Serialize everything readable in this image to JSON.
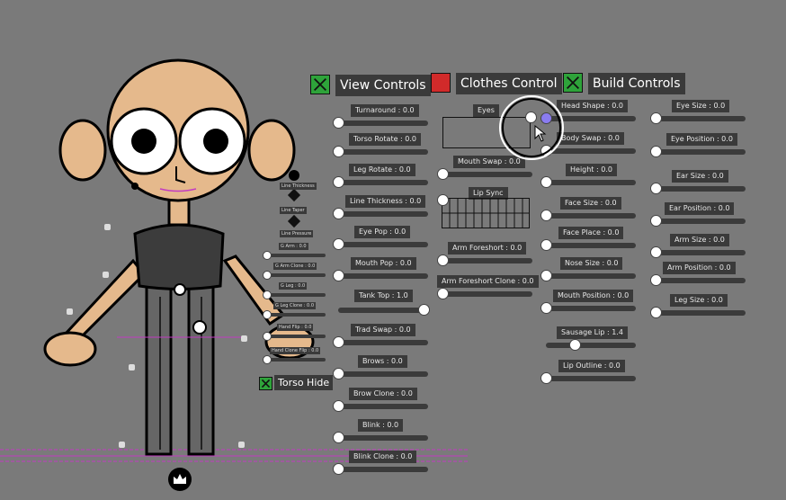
{
  "top_toggles": [
    {
      "label": "View Controls",
      "state": "checked",
      "color": "#2ea33a"
    },
    {
      "label": "Clothes Control",
      "state": "unchecked",
      "color": "#d12a2a"
    },
    {
      "label": "Build Controls",
      "state": "checked",
      "color": "#2ea33a"
    }
  ],
  "torso_hide": {
    "label": "Torso Hide",
    "state": "checked"
  },
  "col1": [
    {
      "label": "Turnaround : 0.0",
      "value": 0.0
    },
    {
      "label": "Torso Rotate : 0.0",
      "value": 0.0
    },
    {
      "label": "Leg Rotate : 0.0",
      "value": 0.0
    },
    {
      "label": "Line Thickness : 0.0",
      "value": 0.0
    },
    {
      "label": "Eye Pop : 0.0",
      "value": 0.0
    },
    {
      "label": "Mouth Pop : 0.0",
      "value": 0.0
    },
    {
      "label": "Tank Top : 1.0",
      "value": 1.0
    },
    {
      "label": "Trad Swap : 0.0",
      "value": 0.0
    },
    {
      "label": "Brows : 0.0",
      "value": 0.0
    },
    {
      "label": "Brow Clone : 0.0",
      "value": 0.0
    },
    {
      "label": "Blink : 0.0",
      "value": 0.0
    },
    {
      "label": "Blink Clone : 0.0",
      "value": 0.0
    }
  ],
  "col2": {
    "eyes_label": "Eyes",
    "mouth_swap": {
      "label": "Mouth Swap : 0.0",
      "value": 0.0
    },
    "lip_sync": {
      "label": "Lip Sync"
    },
    "arm_foreshort": {
      "label": "Arm Foreshort : 0.0",
      "value": 0.0
    },
    "arm_foreshort_clone": {
      "label": "Arm Foreshort Clone : 0.0",
      "value": 0.0
    }
  },
  "col3": [
    {
      "label": "Head Shape : 0.0",
      "value": 0.0
    },
    {
      "label": "Body Swap : 0.0",
      "value": 0.0
    },
    {
      "label": "Height : 0.0",
      "value": 0.0
    },
    {
      "label": "Face Size : 0.0",
      "value": 0.0
    },
    {
      "label": "Face Place : 0.0",
      "value": 0.0
    },
    {
      "label": "Nose Size : 0.0",
      "value": 0.0
    },
    {
      "label": "Mouth Position : 0.0",
      "value": 0.0
    },
    {
      "label": "Sausage Lip : 1.4",
      "value": 1.4
    },
    {
      "label": "Lip Outline : 0.0",
      "value": 0.0
    }
  ],
  "col4": [
    {
      "label": "Eye Size : 0.0",
      "value": 0.0
    },
    {
      "label": "Eye Position : 0.0",
      "value": 0.0
    },
    {
      "label": "Ear Size : 0.0",
      "value": 0.0
    },
    {
      "label": "Ear Position : 0.0",
      "value": 0.0
    },
    {
      "label": "Arm Size : 0.0",
      "value": 0.0
    },
    {
      "label": "Arm Position : 0.0",
      "value": 0.0
    },
    {
      "label": "Leg Size : 0.0",
      "value": 0.0
    }
  ],
  "rig_mini": [
    {
      "label": "Line Thickness"
    },
    {
      "label": "Line Taper"
    },
    {
      "label": "Line Pressure"
    }
  ],
  "rig_small_sliders": [
    {
      "label": "G Arm : 0.0"
    },
    {
      "label": "G Arm Clone : 0.0"
    },
    {
      "label": "G Leg : 0.0"
    },
    {
      "label": "G Leg Clone : 0.0"
    },
    {
      "label": "Hand Flip : 0.0"
    },
    {
      "label": "Hand Clone Flip : 0.0"
    }
  ],
  "colors": {
    "background": "#7a7a7a",
    "panel": "#3a3a3a",
    "skin": "#e5b98c",
    "shirt": "#3c3c3c",
    "pants": "#666666",
    "guide": "#c23bc2"
  }
}
